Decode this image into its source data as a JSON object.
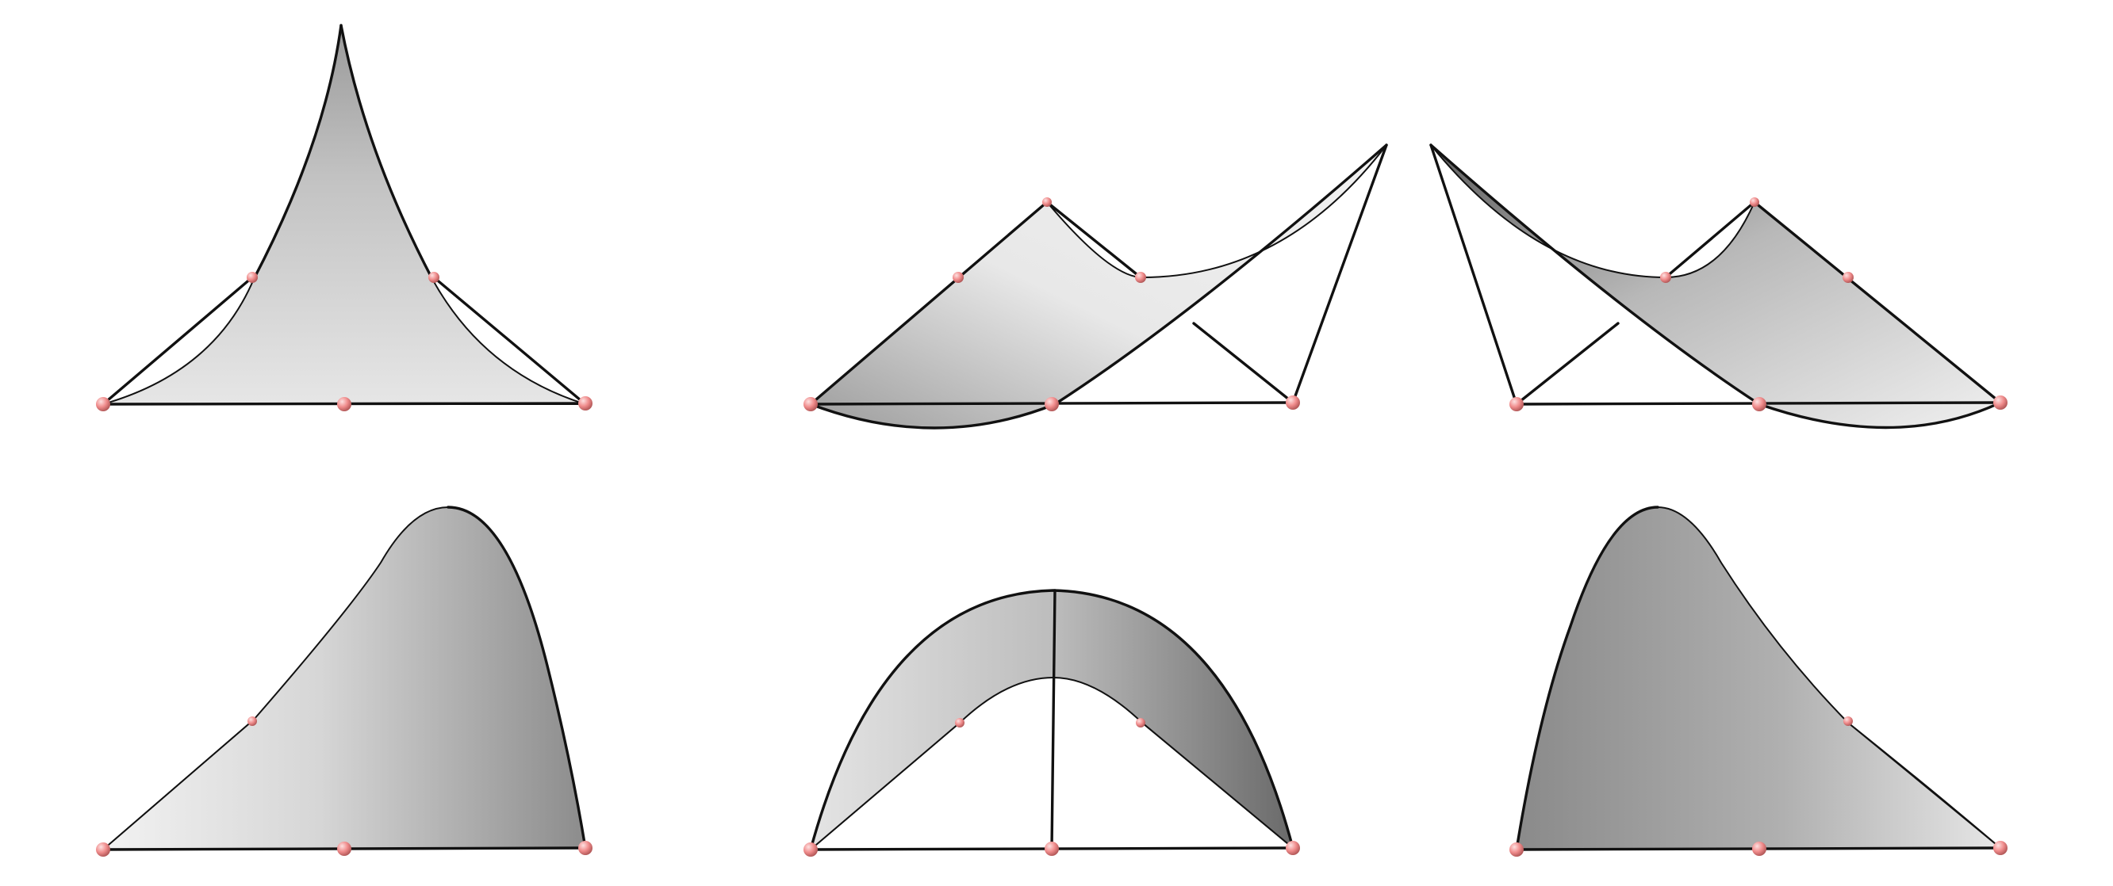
{
  "figure": {
    "panels": [
      {
        "id": "top-left",
        "surface": "upward-cusp-triangular-patch"
      },
      {
        "id": "top-middle",
        "surface": "twisted-patch-raised-right-corner"
      },
      {
        "id": "top-right",
        "surface": "twisted-patch-raised-left-corner"
      },
      {
        "id": "bottom-left",
        "surface": "dome-lean-right"
      },
      {
        "id": "bottom-middle",
        "surface": "arch-ribbon"
      },
      {
        "id": "bottom-right",
        "surface": "dome-lean-left"
      }
    ],
    "colors": {
      "background": "#ffffff",
      "surface_light": "#eeeeee",
      "surface_mid": "#c4c4c4",
      "surface_dark": "#7c7c7c",
      "edge": "#111111",
      "control_point": "#f08c8c",
      "control_point_highlight": "#fde1e1",
      "control_point_shadow": "#b25858"
    }
  }
}
